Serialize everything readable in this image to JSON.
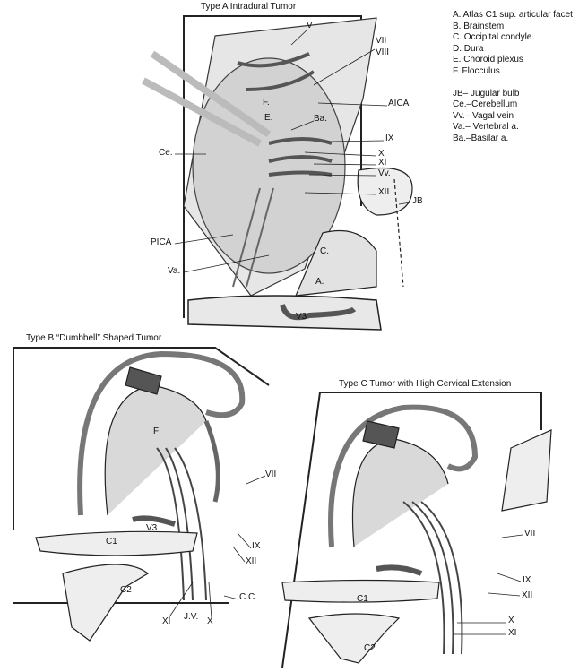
{
  "legend": {
    "letters": [
      "A.  Atlas C1 sup. articular facet",
      "B.  Brainstem",
      "C.  Occipital condyle",
      "D.  Dura",
      "E.  Choroid plexus",
      "F.  Flocculus"
    ],
    "abbreviations": [
      "JB– Jugular bulb",
      "Ce.–Cerebellum",
      "Vv.– Vagal vein",
      "Va.– Vertebral a.",
      "Ba.–Basilar a."
    ]
  },
  "panel_a": {
    "title": "Type A Intradural Tumor",
    "labels": {
      "V": "V",
      "VII": "VII",
      "VIII": "VIII",
      "AICA": "AICA",
      "F": "F.",
      "E": "E.",
      "Ba": "Ba.",
      "IX": "IX",
      "X": "X",
      "XI": "XI",
      "Vv": "Vv.",
      "XII": "XII",
      "JB": "JB",
      "Ce": "Ce.",
      "PICA": "PICA",
      "Va": "Va.",
      "C": "C.",
      "A": "A.",
      "V3": "V3"
    }
  },
  "panel_b": {
    "title": "Type B “Dumbbell” Shaped Tumor",
    "labels": {
      "VII": "VII",
      "IX": "IX",
      "XII": "XII",
      "C1": "C1",
      "C2": "C2",
      "CC": "C.C.",
      "XI": "XI",
      "JV": "J.V.",
      "X": "X",
      "V3": "V3",
      "F": "F"
    }
  },
  "panel_c": {
    "title": "Type C Tumor with High Cervical Extension",
    "labels": {
      "VII": "VII",
      "IX": "IX",
      "XII": "XII",
      "C1": "C1",
      "C2": "C2",
      "X": "X",
      "XI": "XI"
    }
  }
}
